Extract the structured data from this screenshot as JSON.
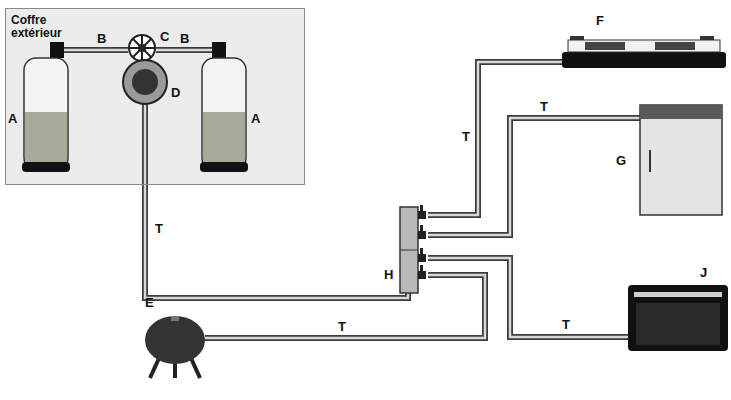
{
  "diagram": {
    "nodes": [
      {
        "text": [
          "Coffre extérieur"
        ]
      }
    ],
    "labels": [
      "B",
      "C",
      "B",
      "A",
      "D",
      "A",
      "T",
      "F",
      "T",
      "T",
      "G",
      "H",
      "J",
      "E",
      "T",
      "T"
    ]
  }
}
